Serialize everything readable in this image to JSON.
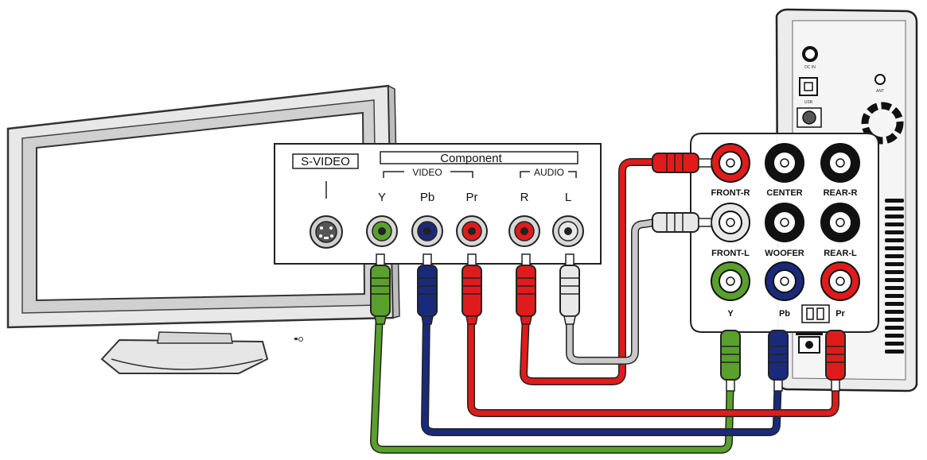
{
  "tv_panel": {
    "svideo_label": "S-VIDEO",
    "component_label": "Component",
    "video_label": "VIDEO",
    "audio_label": "AUDIO",
    "port_labels": [
      "Y",
      "Pb",
      "Pr",
      "R",
      "L"
    ]
  },
  "player_panel": {
    "labels": [
      "FRONT-R",
      "CENTER",
      "REAR-R",
      "FRONT-L",
      "WOOFER",
      "REAR-L",
      "Y",
      "Pb",
      "Pr"
    ]
  },
  "colors": {
    "red": "#e01b1b",
    "white": "#e8e8e8",
    "green": "#5aa02c",
    "blue": "#1a2a7a",
    "black": "#111111",
    "cable_white": "#c9c9c9"
  }
}
